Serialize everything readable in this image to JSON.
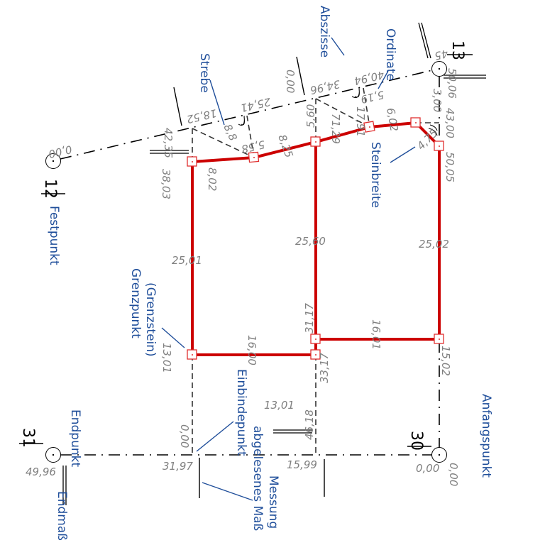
{
  "points": {
    "p12": "12",
    "p13": "13",
    "p30": "30",
    "p31": "31"
  },
  "terms": {
    "abszisse": "Abszisse",
    "strebe": "Strebe",
    "ordinate": "Ordinate",
    "steinbreite": "Steinbreite",
    "festpunkt": "Festpunkt",
    "grenzpunkt": "Grenzpunkt",
    "grenzstein": "(Grenzstein)",
    "endpunkt": "Endpunkt",
    "einbindepunkt": "Einbindepunkt",
    "anfangspunkt": "Anfangspunkt",
    "endmass": "Endmaß",
    "abgelesen": "abgelesenes Maß",
    "messung": "Messung"
  },
  "measures": {
    "m12_000": "0,00",
    "m18_52": "18,52",
    "m25_41": "25,41",
    "m34_96": "34,96",
    "m40_94": "40,94",
    "m45": "45",
    "m42_35": "42,35",
    "m38_03": "38,03",
    "m8_8": "8,8",
    "m8_02": "8,02",
    "m5_58": "5,58",
    "m8_25": "8,25",
    "m5_60": "5,60",
    "m0_00top": "0,00",
    "m17_91": "17,91",
    "m71_29": "71,29",
    "m5_19": "5,19",
    "m6_02": "6,02",
    "m3_00": "3,00",
    "m50_06": "50,06",
    "m43_00": "43,00",
    "m50_05": "50,05",
    "m4_75": "4,75",
    "m25_01": "25,01",
    "m25_60": "25,60",
    "m25_02": "25,02",
    "m16_00": "16,00",
    "m13_01a": "13,01",
    "m31_17": "31,17",
    "m33_17": "33,17",
    "m16_01": "16,01",
    "m15_02": "15,02",
    "m13_01b": "13,01",
    "m46_18": "46,18",
    "m15_99": "15,99",
    "m31_97": "31,97",
    "m49_96": "49,96",
    "m0_00a": "0,00",
    "m0_00b": "0,00",
    "m0_00c": "0,00"
  }
}
